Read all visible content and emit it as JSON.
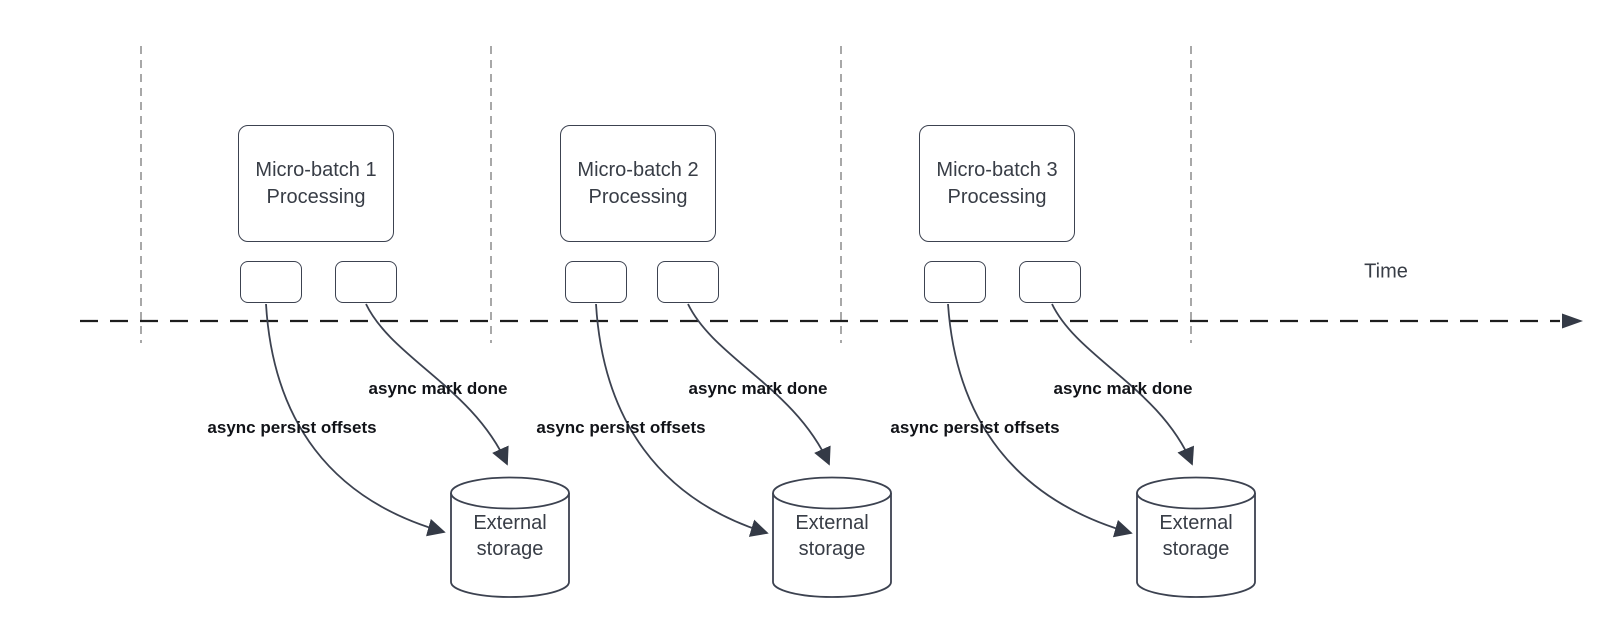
{
  "diagram": {
    "time_label": "Time",
    "sections": [
      {
        "box_title": "Micro-batch 1 Processing",
        "persist_label": "async persist offsets",
        "mark_label": "async mark done",
        "storage_label": "External storage"
      },
      {
        "box_title": "Micro-batch 2 Processing",
        "persist_label": "async persist offsets",
        "mark_label": "async mark done",
        "storage_label": "External storage"
      },
      {
        "box_title": "Micro-batch 3 Processing",
        "persist_label": "async persist offsets",
        "mark_label": "async mark done",
        "storage_label": "External storage"
      }
    ],
    "colors": {
      "shape_stroke": "#3c4250",
      "shape_text": "#383d46",
      "label_text": "#111318",
      "lane_divider": "#a8a8a8",
      "timeline": "#1d1d1d",
      "background": "#ffffff"
    }
  }
}
